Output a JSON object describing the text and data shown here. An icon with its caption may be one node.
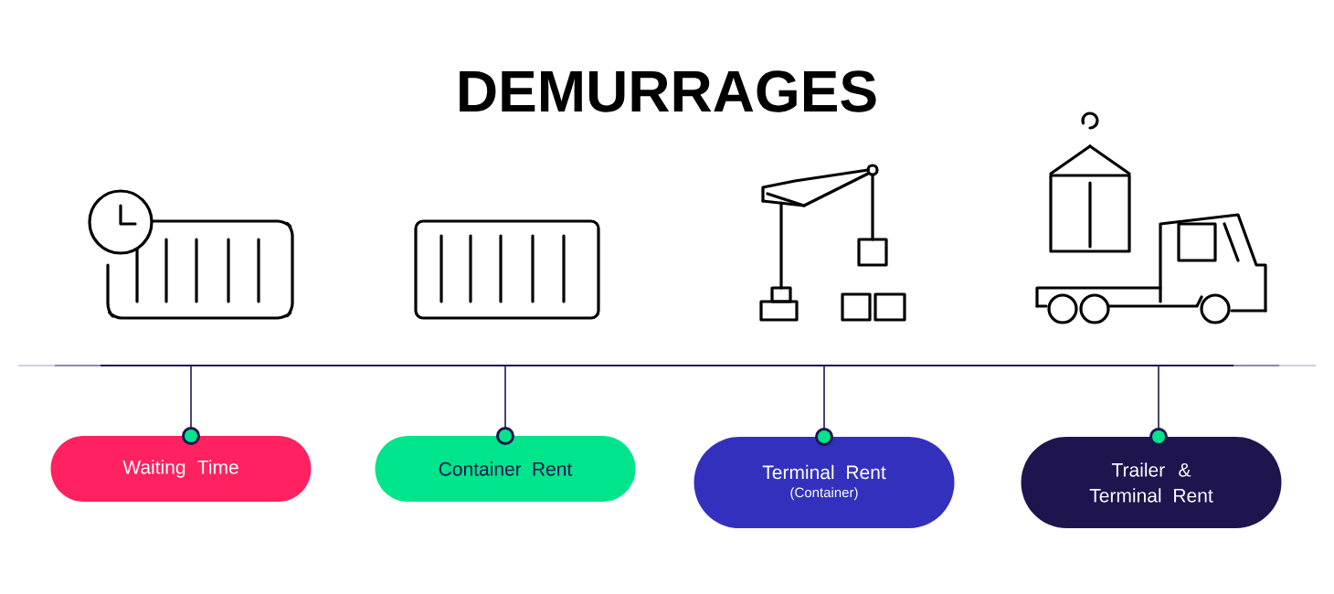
{
  "diagram": {
    "title": "DEMURRAGES",
    "nodes": [
      {
        "text": [
          "Waiting Time"
        ]
      },
      {
        "text": [
          "Container Rent"
        ]
      },
      {
        "text": [
          "Terminal Rent",
          "(Container)"
        ]
      },
      {
        "text": [
          "Trailer & Terminal Rent"
        ]
      }
    ],
    "edges": [
      {
        "from": null,
        "to": 0,
        "arrow": "other"
      },
      {
        "from": null,
        "to": 1,
        "arrow": "other"
      },
      {
        "from": null,
        "to": 2,
        "arrow": "other"
      },
      {
        "from": null,
        "to": 3,
        "arrow": "other"
      }
    ]
  }
}
